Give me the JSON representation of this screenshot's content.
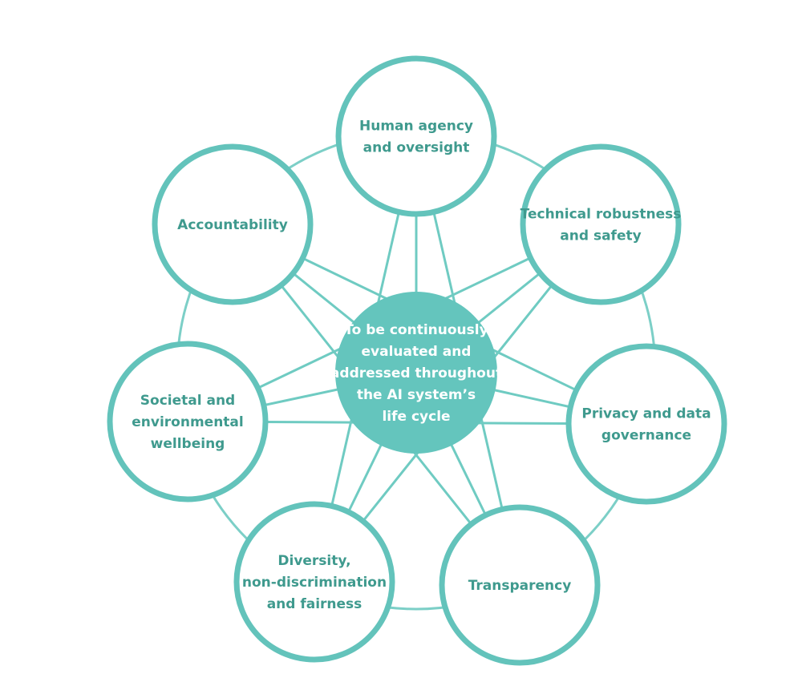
{
  "diagram": {
    "center": {
      "lines": [
        "To be continuously",
        "evaluated and",
        "addressed throughout",
        "the AI system’s",
        "life cycle"
      ]
    },
    "nodes": [
      {
        "id": "human-agency",
        "lines": [
          "Human agency",
          "and oversight"
        ]
      },
      {
        "id": "technical-robustness",
        "lines": [
          "Technical robustness",
          "and safety"
        ]
      },
      {
        "id": "privacy",
        "lines": [
          "Privacy and data",
          "governance"
        ]
      },
      {
        "id": "transparency",
        "lines": [
          "Transparency"
        ]
      },
      {
        "id": "diversity",
        "lines": [
          "Diversity,",
          "non-discrimination",
          "and fairness"
        ]
      },
      {
        "id": "societal",
        "lines": [
          "Societal and",
          "environmental",
          "wellbeing"
        ]
      },
      {
        "id": "accountability",
        "lines": [
          "Accountability"
        ]
      }
    ],
    "colors": {
      "ring": "#7ccfc7",
      "spoke": "#6fcbc2",
      "node_stroke": "#63c3bb",
      "node_text": "#3f9a8e",
      "center_fill": "#64c5bd",
      "center_text": "#ffffff"
    }
  }
}
